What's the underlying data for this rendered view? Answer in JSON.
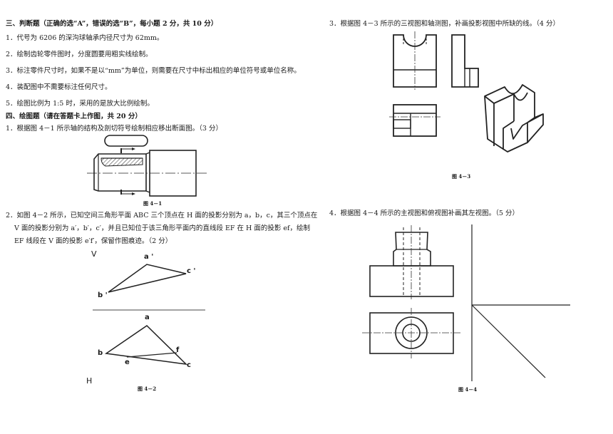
{
  "section3": {
    "title": "三、判断题（正确的选“A”，错误的选“B”，每小题 2 分，共 10 分）",
    "items": [
      "1．代号为 6206 的深沟球轴承内径尺寸为 62mm。",
      "2．绘制齿轮零件图时，分度圆要用粗实线绘制。",
      "3．标注零件尺寸时，如果不是以“mm”为单位，则需要在尺寸中标出相应的单位符号或单位名称。",
      "4．装配图中不需要标注任何尺寸。",
      "5．绘图比例为 1:5 时，采用的是放大比例绘制。"
    ]
  },
  "section4": {
    "title": "四、绘图题（请在答题卡上作图，共 20 分）",
    "q1": "1．根据图 4－1 所示轴的结构及剖切符号绘制相应移出断面图。（3 分）",
    "q2_lines": [
      "2．如图 4－2 所示，已知空间三角形平面 ABC 三个顶点在 H 面的投影分别为 a，b，c，其三个顶点在",
      "V 面的投影分别为 a′，b′，c′，并且已知位于该三角形平面内的直线段 EF 在 H 面的投影 ef，绘制",
      "EF 线段在 V 面的投影 e′f′，保留作图痕迹。（2 分）"
    ],
    "q3": "3．根据图 4－3 所示的三视图和轴测图，补画投影视图中所缺的线。（4 分）",
    "q4": "4．根据图 4－4 所示的主视图和俯视图补画其左视图。（5 分）"
  },
  "captions": {
    "fig1": "图 4－1",
    "fig2": "图 4－2",
    "fig3": "图 4－3",
    "fig4": "图 4－4"
  },
  "fig2_labels": {
    "V": "V",
    "H": "H",
    "a_prime": "a '",
    "b_prime": "b '",
    "c_prime": "c '",
    "a": "a",
    "b": "b",
    "c": "c",
    "e": "e",
    "f": "f"
  }
}
